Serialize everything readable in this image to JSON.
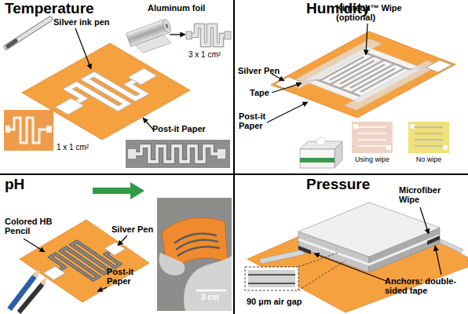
{
  "diagram": {
    "nodes": [
      {
        "text": [
          "Temperature"
        ]
      },
      {
        "text": [
          "Humidity"
        ]
      },
      {
        "text": [
          "pH"
        ]
      },
      {
        "text": [
          "Pressure"
        ]
      }
    ],
    "labels": [
      "Silver ink pen",
      "Aluminum foil",
      "1 x 1 cm²",
      "3 x 1 cm²",
      "Post-it Paper",
      "Kimtech™ Wipe (optional)",
      "Silver Pen",
      "Tape",
      "Post-it Paper",
      "Using wipe",
      "No wipe",
      "Colored HB Pencil",
      "Silver Pen",
      "Post-it Paper",
      "3 cm",
      "Microfiber Wipe",
      "Anchors: double-sided tape",
      "90 µm air gap"
    ]
  }
}
